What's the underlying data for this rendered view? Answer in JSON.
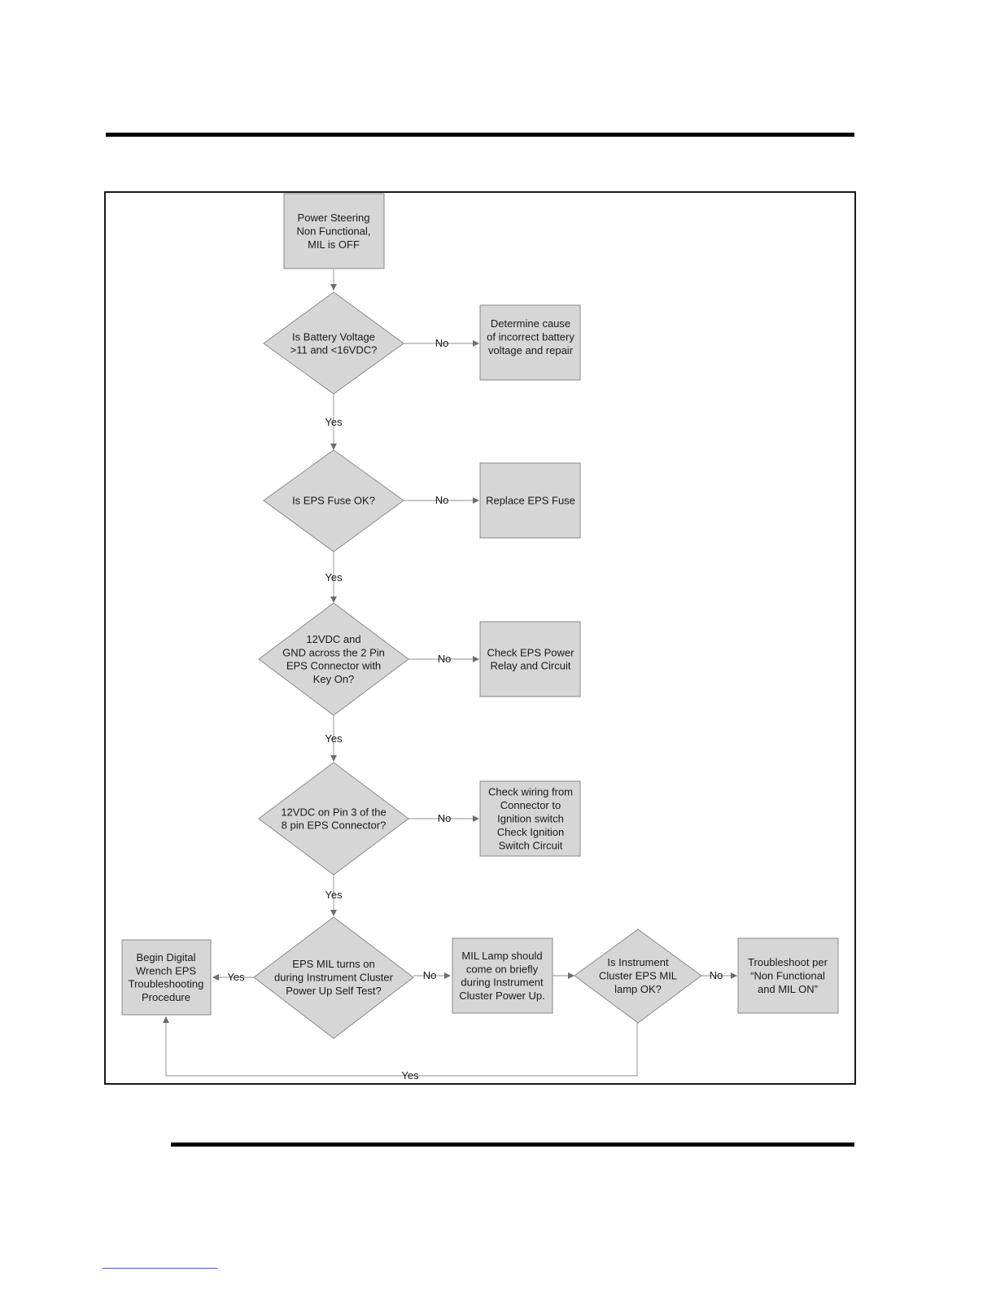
{
  "colors": {
    "shape_fill": "#d6d6d6",
    "shape_stroke": "#8a8a8a",
    "connector": "#a8a8a8",
    "arrowhead": "#6e6e6e"
  },
  "flowchart": {
    "start": {
      "lines": [
        "Power Steering",
        "Non Functional,",
        "MIL is OFF"
      ]
    },
    "decisions": {
      "d1": {
        "lines": [
          "Is Battery Voltage",
          ">11 and <16VDC?"
        ]
      },
      "d2": {
        "lines": [
          "Is EPS Fuse OK?"
        ]
      },
      "d3": {
        "lines": [
          "12VDC and",
          "GND across the 2 Pin",
          "EPS Connector with",
          "Key On?"
        ]
      },
      "d4": {
        "lines": [
          "12VDC on Pin 3 of the",
          "8 pin EPS Connector?"
        ]
      },
      "d5": {
        "lines": [
          "EPS MIL turns on",
          "during Instrument Cluster",
          "Power Up Self Test?"
        ]
      },
      "d6": {
        "lines": [
          "Is Instrument",
          "Cluster EPS MIL",
          "lamp OK?"
        ]
      }
    },
    "actions": {
      "a1": {
        "lines": [
          "Determine cause",
          "of incorrect battery",
          "voltage and repair"
        ]
      },
      "a2": {
        "lines": [
          "Replace EPS Fuse"
        ]
      },
      "a3": {
        "lines": [
          "Check EPS Power",
          "Relay and Circuit"
        ]
      },
      "a4": {
        "lines": [
          "Check wiring from",
          "Connector to",
          "Ignition switch",
          "Check Ignition",
          "Switch Circuit"
        ]
      },
      "a5": {
        "lines": [
          "MIL Lamp should",
          "come on briefly",
          "during Instrument",
          "Cluster Power Up."
        ]
      },
      "a6": {
        "lines": [
          "Troubleshoot per",
          "“Non Functional",
          "and MIL ON”"
        ]
      },
      "a7": {
        "lines": [
          "Begin Digital",
          "Wrench EPS",
          "Troubleshooting",
          "Procedure"
        ]
      }
    },
    "labels": {
      "yes": "Yes",
      "no": "No"
    }
  }
}
